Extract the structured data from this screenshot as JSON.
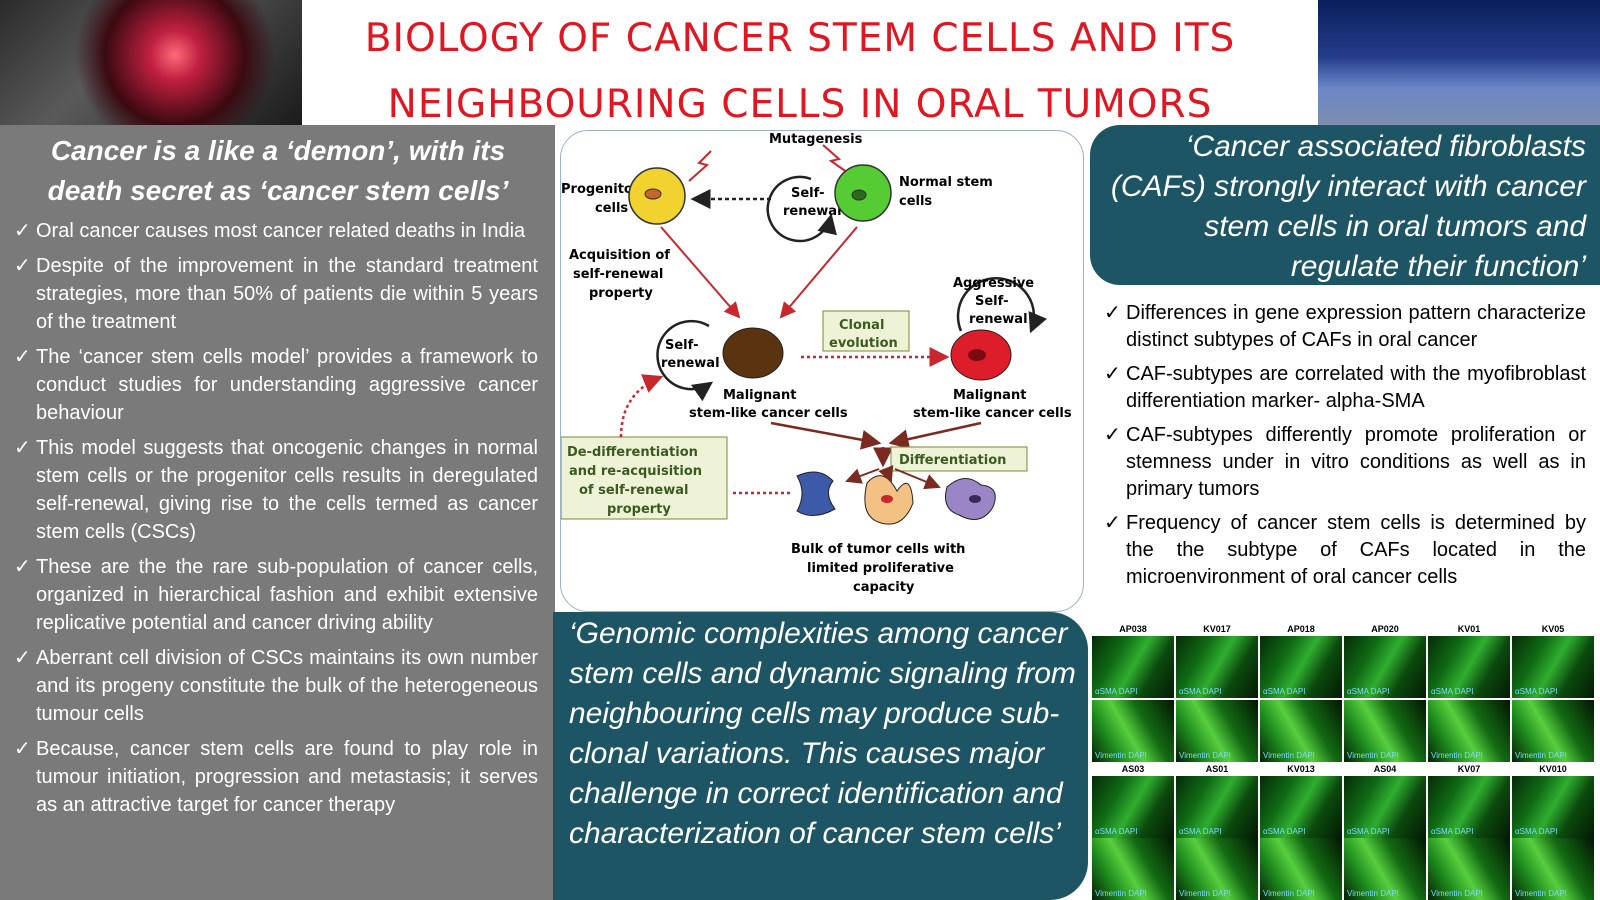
{
  "title": {
    "line1": "BIOLOGY OF CANCER STEM CELLS AND ITS",
    "line2": "NEIGHBOURING CELLS IN ORAL TUMORS"
  },
  "left": {
    "heading_line1": "Cancer is a like a ‘demon’, with its",
    "heading_line2": "death secret as ‘cancer stem cells’",
    "check": "✓",
    "bullets": [
      "Oral cancer causes most cancer related deaths in India",
      "Despite of the improvement in the standard treatment strategies, more than 50% of patients die within 5 years of the treatment",
      "The ‘cancer stem cells model’ provides a framework to conduct studies for understanding aggressive cancer behaviour",
      "This model suggests that oncogenic changes in normal stem cells or the progenitor cells results in deregulated self-renewal, giving rise to the cells termed as cancer stem cells (CSCs)",
      "These are the  the rare sub-population of cancer cells, organized in hierarchical fashion and exhibit extensive replicative potential and cancer driving ability",
      "Aberrant cell division of CSCs  maintains its own number and its progeny constitute the bulk of the heterogeneous tumour cells",
      "Because, cancer stem cells are found to play role in tumour initiation, progression and metastasis; it serves as an attractive target for cancer therapy"
    ]
  },
  "diagram": {
    "mutagenesis": "Mutagenesis",
    "progenitor_1": "Progenitor",
    "progenitor_2": "cells",
    "normal_1": "Normal stem",
    "normal_2": "cells",
    "self": "Self-",
    "renewal": "renewal",
    "acq_1": "Acquisition of",
    "acq_2": "self-renewal",
    "acq_3": "property",
    "clonal_1": "Clonal",
    "clonal_2": "evolution",
    "aggr_1": "Aggressive",
    "aggr_2": "Self-",
    "aggr_3": "renewal",
    "malignant": "Malignant",
    "stemlike": "stem-like cancer cells",
    "dediff_1": "De-differentiation",
    "dediff_2": "and re-acquisition",
    "dediff_3": "of self-renewal",
    "dediff_4": "property",
    "differentiation": "Differentiation",
    "bulk_1": "Bulk of tumor cells with",
    "bulk_2": "limited proliferative",
    "bulk_3": "capacity"
  },
  "center": {
    "text": "‘Genomic complexities among cancer stem cells and dynamic signaling from neighbouring cells may produce sub-clonal variations. This causes major challenge in correct identification and characterization of cancer stem cells’"
  },
  "right": {
    "text": "‘Cancer associated fibroblasts (CAFs) strongly interact with cancer stem cells in oral tumors and regulate their function’",
    "bullets": [
      "Differences in gene expression pattern characterize distinct subtypes of CAFs in oral cancer",
      "CAF-subtypes are correlated with the myofibroblast differentiation marker- alpha-SMA",
      "CAF-subtypes differently promote proliferation or stemness under in vitro conditions as well as in primary tumors",
      "Frequency of cancer stem cells is determined by the the subtype of CAFs located in the microenvironment of oral cancer cells"
    ]
  },
  "micrographs": {
    "row1_labels": [
      "AP038",
      "KV017",
      "AP018",
      "AP020",
      "KV01",
      "KV05"
    ],
    "row2_labels": [
      "AS03",
      "AS01",
      "KV013",
      "AS04",
      "KV07",
      "KV010"
    ],
    "tag_sma": "αSMA DAPI",
    "tag_vim": "Vimentin DAPI"
  }
}
